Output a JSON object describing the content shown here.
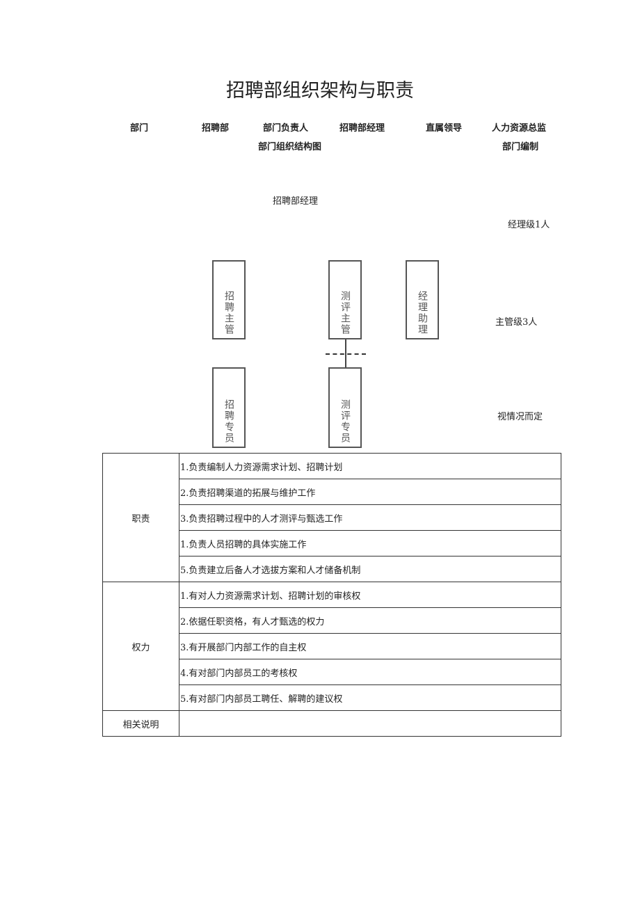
{
  "title": "招聘部组织架构与职责",
  "header": {
    "dept_label": "部门",
    "dept_value": "招聘部",
    "head_label": "部门负责人",
    "head_value": "招聘部经理",
    "leader_label": "直属领导",
    "leader_value": "人力资源总监",
    "chart_label": "部门组织结构图",
    "staffing_label": "部门编制"
  },
  "org": {
    "top": "招聘部经理",
    "levels": [
      "经理级1人",
      "主管级3人",
      "视情况而定"
    ],
    "boxes": [
      "招聘主管",
      "测评主管",
      "经理助理",
      "招聘专员",
      "测评专员"
    ]
  },
  "table": {
    "duties_label": "职责",
    "duties": [
      "1.负责编制人力资源需求计划、招聘计划",
      "2.负责招聘渠道的拓展与维护工作",
      "3.负责招聘过程中的人才测评与甄选工作",
      "1.负责人员招聘的具体实施工作",
      "5.负责建立后备人才选拔方案和人才储备机制"
    ],
    "powers_label": "权力",
    "powers": [
      "1.有对人力资源需求计划、招聘计划的审核权",
      "2.依据任职资格，有人才甄选的权力",
      "3.有开展部门内部工作的自主权",
      "4.有对部门内部员工的考核权",
      "5.有对部门内部员工聘任、解聘的建议权"
    ],
    "notes_label": "相关说明",
    "notes": ""
  }
}
